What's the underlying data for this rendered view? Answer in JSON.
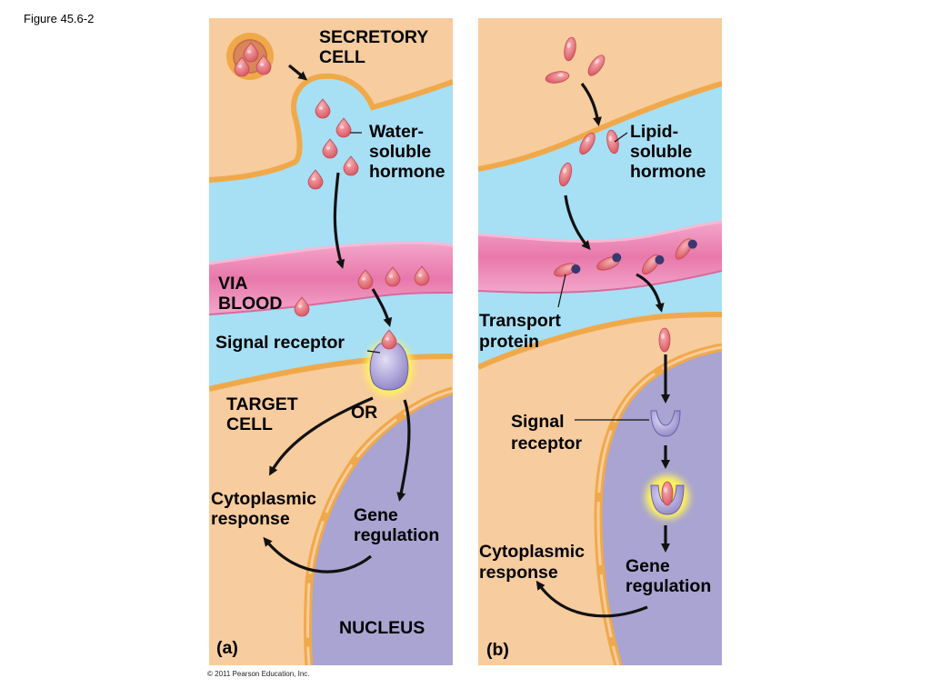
{
  "figure_label": "Figure 45.6-2",
  "copyright": "© 2011 Pearson Education, Inc.",
  "colors": {
    "cytoplasm": "#f7cc9e",
    "membrane": "#f0a94a",
    "extracellular": "#a7dff5",
    "blood_vessel": "#ea7eb0",
    "nucleus": "#a9a4d1",
    "hormone": "#e8707a",
    "receptor": "#a69cd6",
    "activation_glow": "#fff35c"
  },
  "panel_a": {
    "secretory_cell_line1": "SECRETORY",
    "secretory_cell_line2": "CELL",
    "water_soluble_line1": "Water-",
    "water_soluble_line2": "soluble",
    "water_soluble_line3": "hormone",
    "via_blood_line1": "VIA",
    "via_blood_line2": "BLOOD",
    "signal_receptor": "Signal receptor",
    "target_cell_line1": "TARGET",
    "target_cell_line2": "CELL",
    "or": "OR",
    "cytoplasmic_line1": "Cytoplasmic",
    "cytoplasmic_line2": "response",
    "gene_line1": "Gene",
    "gene_line2": "regulation",
    "nucleus": "NUCLEUS",
    "panel_letter": "(a)"
  },
  "panel_b": {
    "lipid_soluble_line1": "Lipid-",
    "lipid_soluble_line2": "soluble",
    "lipid_soluble_line3": "hormone",
    "transport_line1": "Transport",
    "transport_line2": "protein",
    "signal_receptor_line1": "Signal",
    "signal_receptor_line2": "receptor",
    "cytoplasmic_line1": "Cytoplasmic",
    "cytoplasmic_line2": "response",
    "gene_line1": "Gene",
    "gene_line2": "regulation",
    "panel_letter": "(b)"
  }
}
